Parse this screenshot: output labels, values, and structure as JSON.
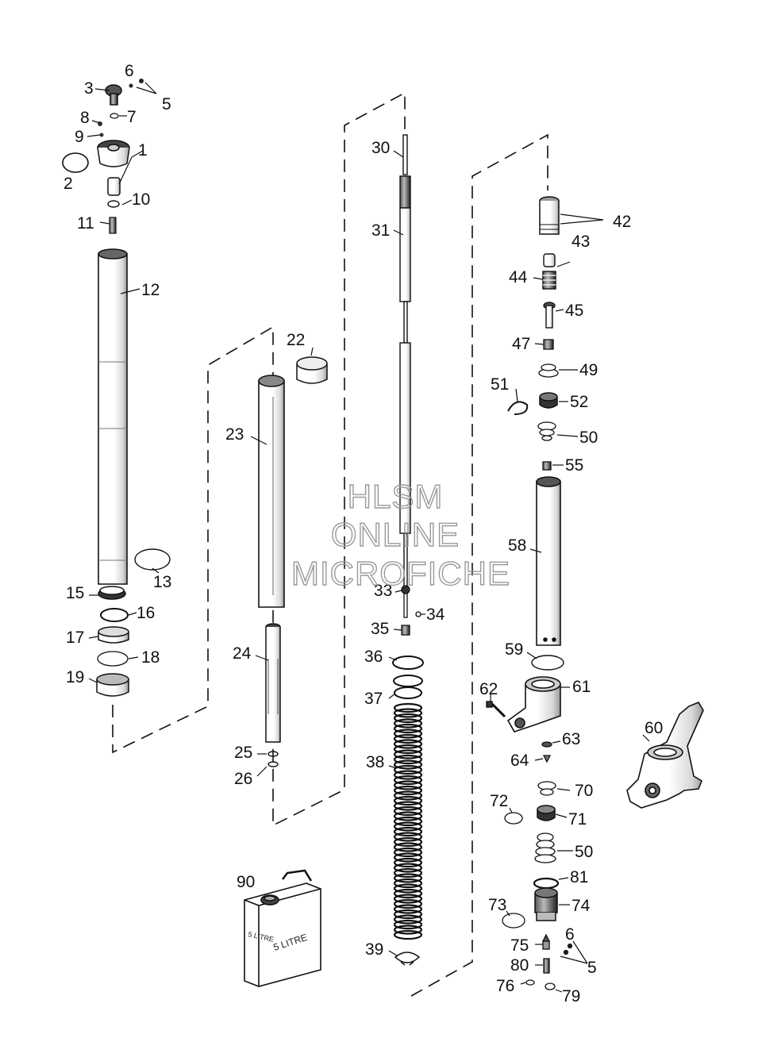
{
  "watermark": [
    "HLSM",
    "ONLINE",
    "MICROFICHE"
  ],
  "can": {
    "label_front": "5 LITRE",
    "label_side": "5 LITRE"
  },
  "part_numbers": [
    "1",
    "2",
    "3",
    "5",
    "6",
    "7",
    "8",
    "9",
    "10",
    "11",
    "12",
    "13",
    "15",
    "16",
    "17",
    "18",
    "19",
    "22",
    "23",
    "24",
    "25",
    "26",
    "30",
    "31",
    "33",
    "34",
    "35",
    "36",
    "37",
    "38",
    "39",
    "42",
    "43",
    "44",
    "45",
    "47",
    "49",
    "50",
    "51",
    "52",
    "55",
    "58",
    "59",
    "60",
    "61",
    "62",
    "63",
    "64",
    "70",
    "71",
    "72",
    "73",
    "74",
    "75",
    "76",
    "79",
    "80",
    "81",
    "90"
  ]
}
